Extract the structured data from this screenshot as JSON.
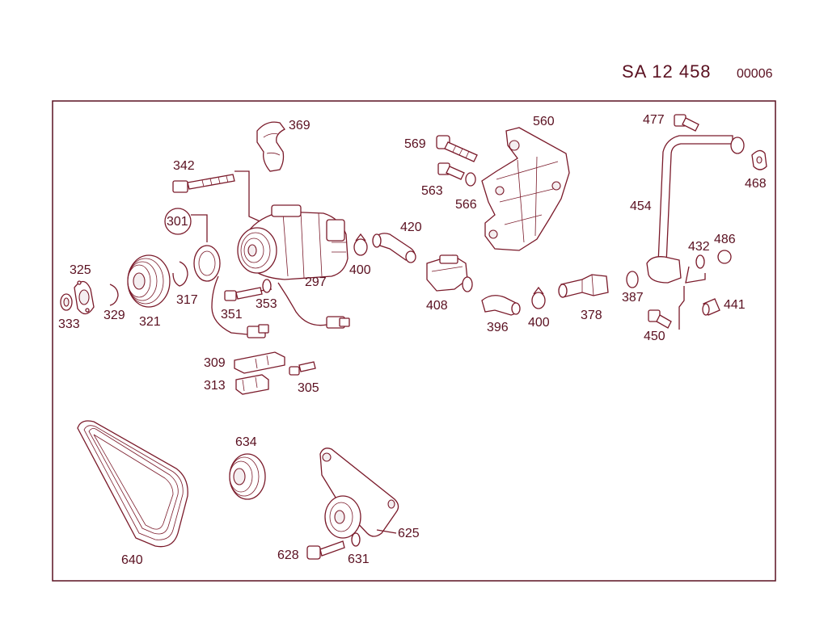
{
  "header": {
    "code": "SA 12 458",
    "sheet": "00006"
  },
  "diagram": {
    "labels": [
      {
        "id": "369",
        "text": "369"
      },
      {
        "id": "342",
        "text": "342"
      },
      {
        "id": "301",
        "text": "301"
      },
      {
        "id": "325",
        "text": "325"
      },
      {
        "id": "333",
        "text": "333"
      },
      {
        "id": "329",
        "text": "329"
      },
      {
        "id": "321",
        "text": "321"
      },
      {
        "id": "317",
        "text": "317"
      },
      {
        "id": "297",
        "text": "297"
      },
      {
        "id": "351",
        "text": "351"
      },
      {
        "id": "353",
        "text": "353"
      },
      {
        "id": "309",
        "text": "309"
      },
      {
        "id": "313",
        "text": "313"
      },
      {
        "id": "305",
        "text": "305"
      },
      {
        "id": "569",
        "text": "569"
      },
      {
        "id": "563",
        "text": "563"
      },
      {
        "id": "566",
        "text": "566"
      },
      {
        "id": "560",
        "text": "560"
      },
      {
        "id": "420",
        "text": "420"
      },
      {
        "id": "400a",
        "text": "400"
      },
      {
        "id": "408",
        "text": "408"
      },
      {
        "id": "396",
        "text": "396"
      },
      {
        "id": "400b",
        "text": "400"
      },
      {
        "id": "378",
        "text": "378"
      },
      {
        "id": "387",
        "text": "387"
      },
      {
        "id": "477",
        "text": "477"
      },
      {
        "id": "468",
        "text": "468"
      },
      {
        "id": "454",
        "text": "454"
      },
      {
        "id": "432",
        "text": "432"
      },
      {
        "id": "486",
        "text": "486"
      },
      {
        "id": "441",
        "text": "441"
      },
      {
        "id": "450",
        "text": "450"
      },
      {
        "id": "634",
        "text": "634"
      },
      {
        "id": "640",
        "text": "640"
      },
      {
        "id": "625",
        "text": "625"
      },
      {
        "id": "628",
        "text": "628"
      },
      {
        "id": "631",
        "text": "631"
      }
    ]
  }
}
